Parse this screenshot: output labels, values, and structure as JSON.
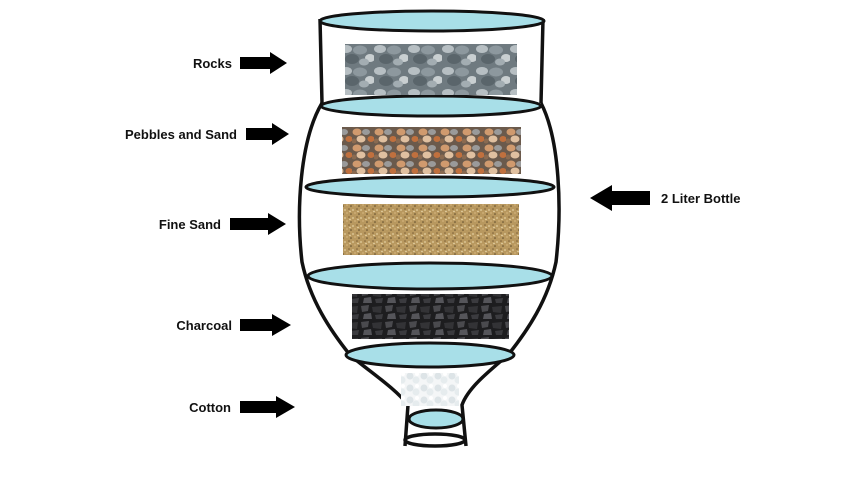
{
  "labels": {
    "rocks": "Rocks",
    "pebbles_and_sand": "Pebbles and Sand",
    "fine_sand": "Fine Sand",
    "charcoal": "Charcoal",
    "cotton": "Cotton",
    "bottle": "2 Liter Bottle"
  },
  "colors": {
    "water": "#a8dfe8",
    "outline": "#111111",
    "arrow": "#000000",
    "rocks": "#7f8c93",
    "pebbles": "#b08a66",
    "fine_sand": "#b89866",
    "charcoal": "#2e2e30",
    "cotton": "#eef2f3"
  }
}
